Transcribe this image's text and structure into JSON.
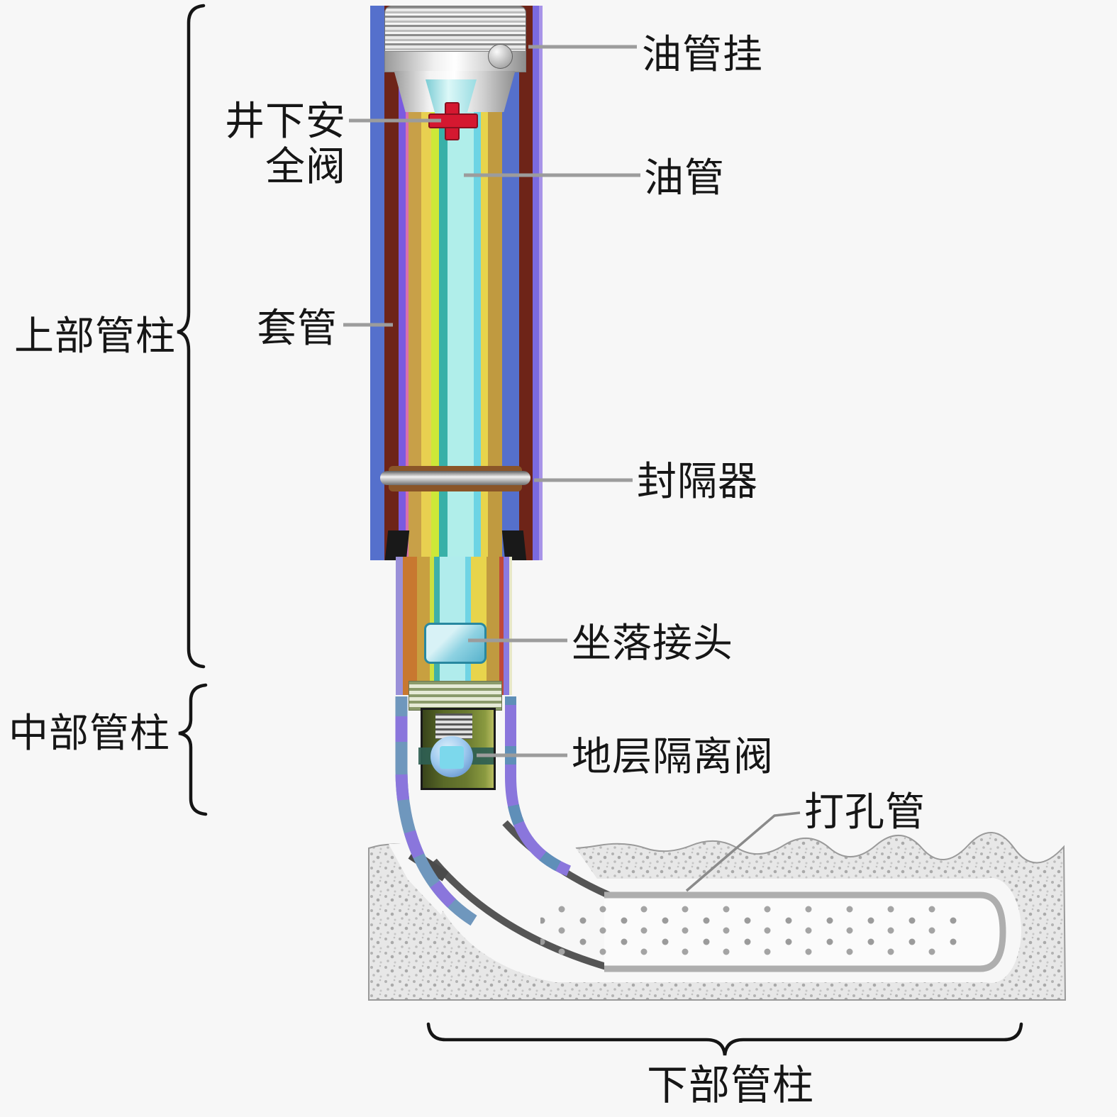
{
  "figure": {
    "background": "#f7f7f7",
    "labels": {
      "tubing_hanger": "油管挂",
      "safety_valve_line1": "井下安",
      "safety_valve_line2": "全阀",
      "tubing": "油管",
      "casing": "套管",
      "packer": "封隔器",
      "landing_nipple": "坐落接头",
      "formation_isolation_valve": "地层隔离阀",
      "perforated_pipe": "打孔管",
      "upper_string": "上部管柱",
      "middle_string": "中部管柱",
      "lower_string": "下部管柱"
    },
    "colors": {
      "casing_blue": "#5570cc",
      "cement_maroon": "#6e2418",
      "annulus_gold": "#c8a048",
      "tubing_cyan": "#b0ecec",
      "safety_valve_red": "#d41830",
      "packer_brown": "#8a5528",
      "fiv_olive": "#5a6a28",
      "rock_gray": "#e7e7e7",
      "leader_gray": "#9c9c9c",
      "brace_black": "#151515"
    }
  }
}
